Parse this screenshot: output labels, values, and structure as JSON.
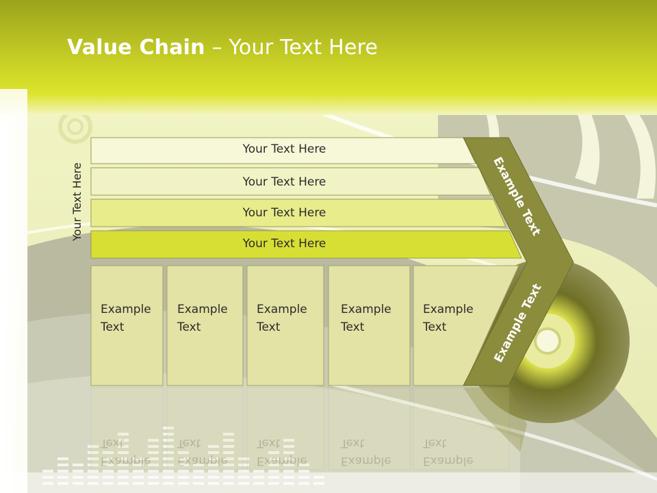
{
  "slide": {
    "title_bold": "Value Chain",
    "title_rest": " – Your Text Here",
    "vertical_label": "Your Text Here",
    "rows": [
      {
        "label": "Your Text Here"
      },
      {
        "label": "Your Text Here"
      },
      {
        "label": "Your Text Here"
      },
      {
        "label": "Your Text Here"
      }
    ],
    "boxes": [
      {
        "label": "Example\nText"
      },
      {
        "label": "Example\nText"
      },
      {
        "label": "Example\nText"
      },
      {
        "label": "Example\nText"
      },
      {
        "label": "Example\nText"
      }
    ],
    "arrow_top_label": "Example Text",
    "arrow_bottom_label": "Example Text"
  },
  "colors": {
    "header_top": "#9aa31c",
    "header_mid": "#d9e02a",
    "row1": "#f7f8d8",
    "row2": "#f1f3c4",
    "row3": "#e8ec8a",
    "row4": "#d8df34",
    "box": "#e2e3a4",
    "arrow": "#8b8c3c"
  }
}
